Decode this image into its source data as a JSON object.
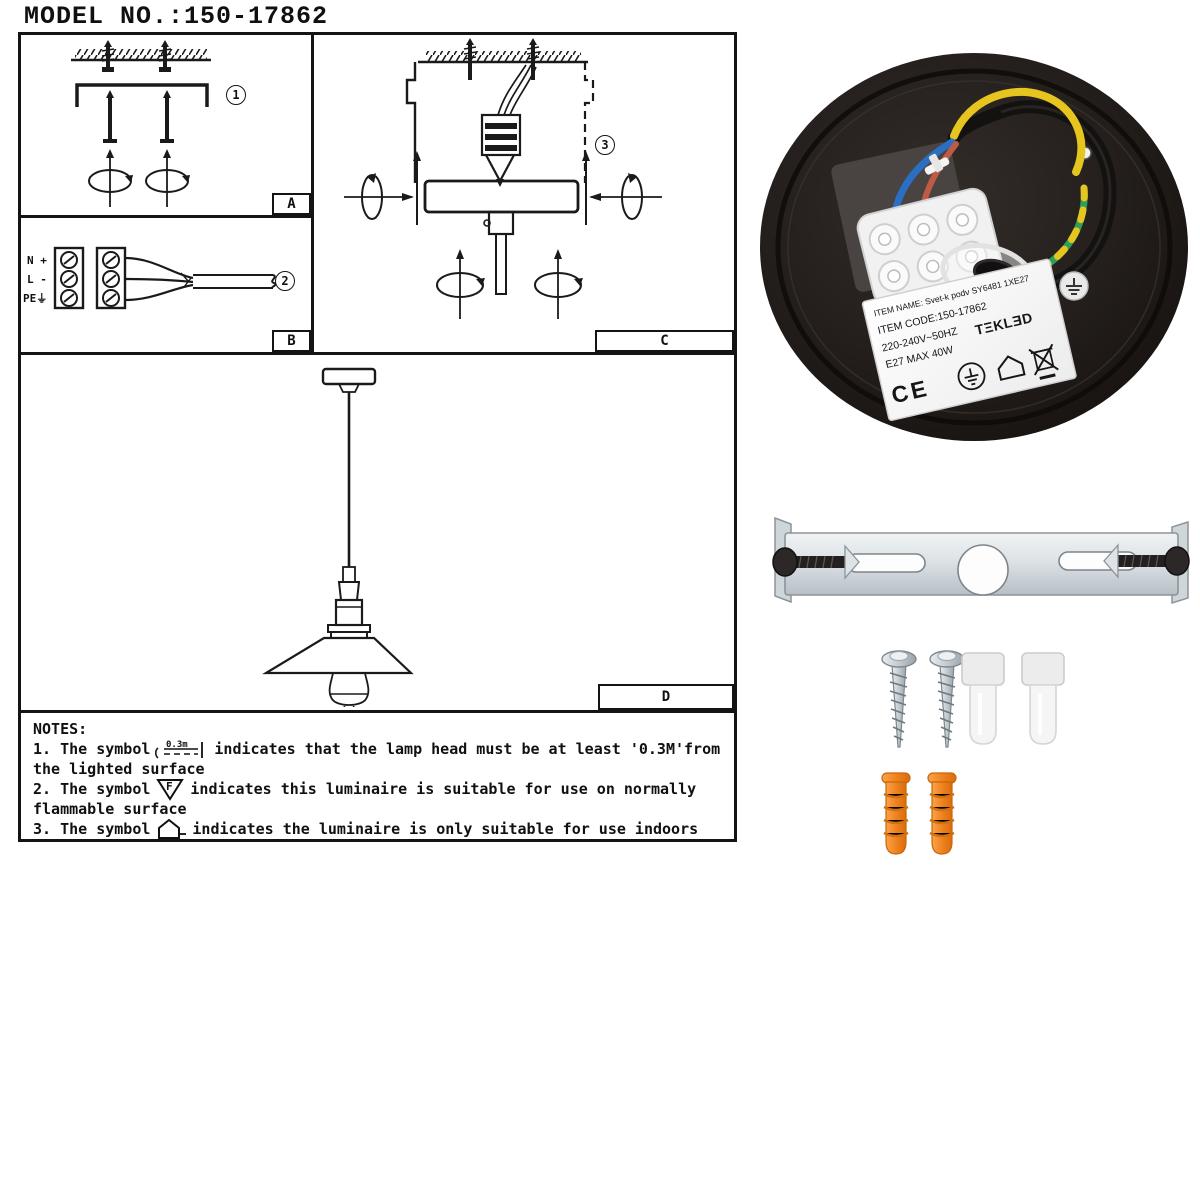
{
  "header": {
    "model_no": "MODEL NO.:150-17862"
  },
  "diagram": {
    "steps": {
      "s1": "1",
      "s2": "2",
      "s3": "3"
    },
    "panels": {
      "a": "A",
      "b": "B",
      "c": "C",
      "d": "D"
    },
    "terminal_labels": [
      "N +",
      "L -",
      "PE⏚"
    ],
    "notes": {
      "title": "NOTES:",
      "n1_pre": "1. The symbol",
      "n1_sym": "0.3m",
      "n1_post": "indicates that the lamp head must be at least '0.3M'from",
      "n1_cont": "the lighted surface",
      "n2_pre": "2. The symbol",
      "n2_sym": "F",
      "n2_post": "indicates this luminaire is suitable for use on normally",
      "n2_cont": "flammable surface",
      "n3_pre": "3. The symbol",
      "n3_post": "indicates the luminaire is only suitable for use indoors"
    }
  },
  "rose_label": {
    "item_name": "ITEM NAME: Svet-k podv SY6481 1XE27",
    "item_code": "ITEM CODE:150-17862",
    "power": "220-240V~50HZ",
    "lamp": "E27 MAX 40W",
    "brand": "TΞKLƎD",
    "ce_mark": "CE"
  },
  "colors": {
    "rose_black": "#201b18",
    "wire_yellow": "#e6c51e",
    "wire_blue": "#2b6fc4",
    "wire_red": "#bf5a45",
    "wire_green": "#2f9e5a",
    "cable_black": "#161616",
    "anchor_orange": "#f0831f",
    "metal_silver": "#ccd3d7"
  }
}
